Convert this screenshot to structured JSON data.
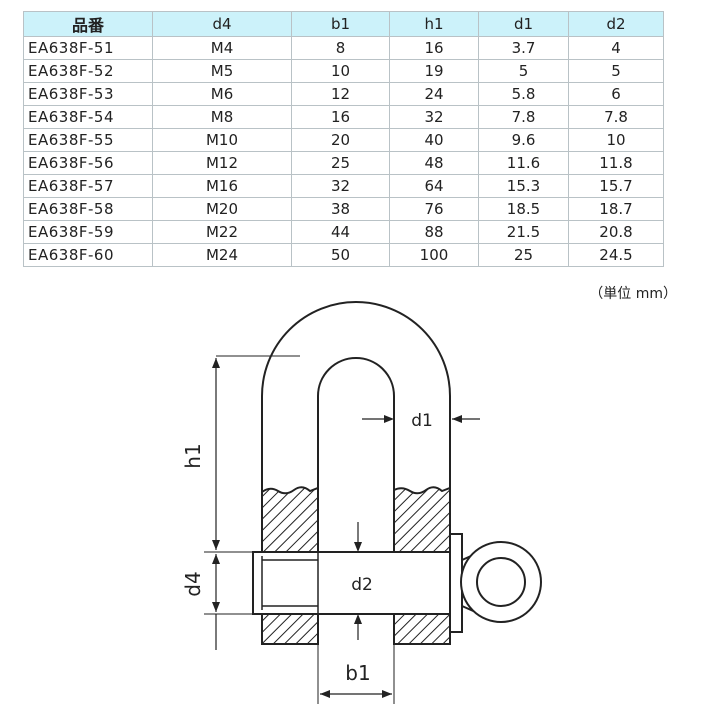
{
  "table": {
    "headers": [
      "品番",
      "d4",
      "b1",
      "h1",
      "d1",
      "d2"
    ],
    "rows": [
      [
        "EA638F-51",
        "M4",
        "8",
        "16",
        "3.7",
        "4"
      ],
      [
        "EA638F-52",
        "M5",
        "10",
        "19",
        "5",
        "5"
      ],
      [
        "EA638F-53",
        "M6",
        "12",
        "24",
        "5.8",
        "6"
      ],
      [
        "EA638F-54",
        "M8",
        "16",
        "32",
        "7.8",
        "7.8"
      ],
      [
        "EA638F-55",
        "M10",
        "20",
        "40",
        "9.6",
        "10"
      ],
      [
        "EA638F-56",
        "M12",
        "25",
        "48",
        "11.6",
        "11.8"
      ],
      [
        "EA638F-57",
        "M16",
        "32",
        "64",
        "15.3",
        "15.7"
      ],
      [
        "EA638F-58",
        "M20",
        "38",
        "76",
        "18.5",
        "18.7"
      ],
      [
        "EA638F-59",
        "M22",
        "44",
        "88",
        "21.5",
        "20.8"
      ],
      [
        "EA638F-60",
        "M24",
        "50",
        "100",
        "25",
        "24.5"
      ]
    ],
    "unit_note": "（単位 mm）"
  },
  "diagram": {
    "labels": {
      "h1": "h1",
      "d4": "d4",
      "d1": "d1",
      "d2": "d2",
      "b1": "b1"
    }
  },
  "colors": {
    "header_bg": "#ccf2fa",
    "grid_border": "#b9c2c6"
  }
}
